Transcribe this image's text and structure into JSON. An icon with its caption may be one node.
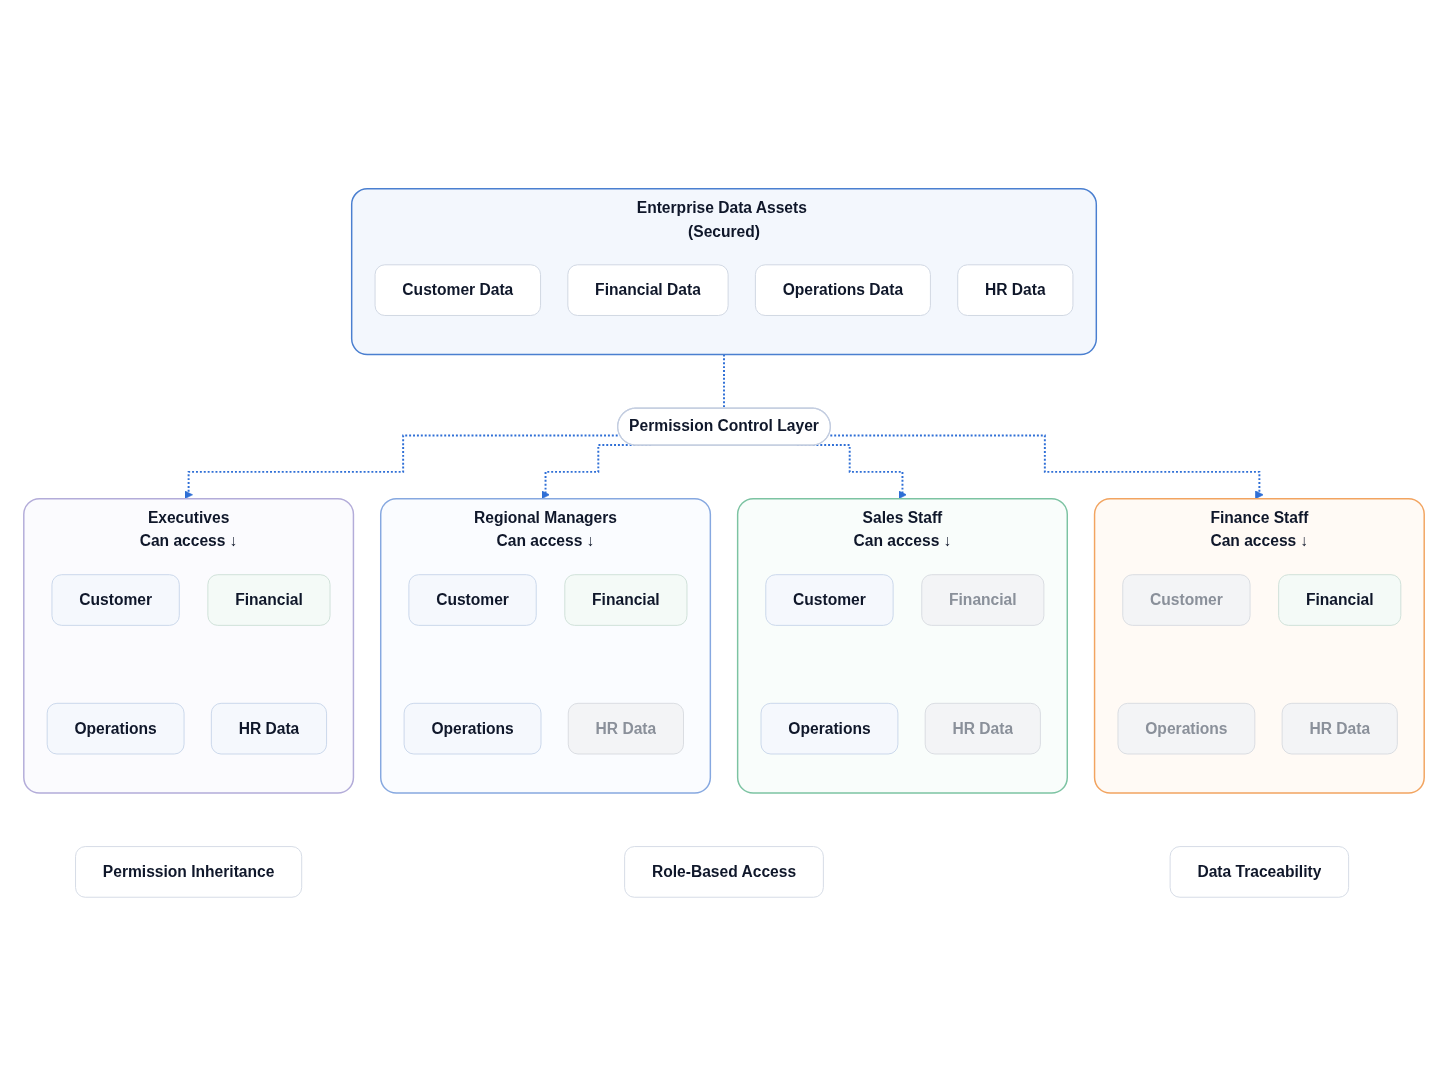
{
  "diagram": {
    "nodes": [
      {
        "text": [
          "Enterprise Data Assets (Secured)"
        ]
      },
      {
        "text": [
          "Customer Data"
        ],
        "in": 0
      },
      {
        "text": [
          "Financial Data"
        ],
        "in": 0
      },
      {
        "text": [
          "Operations Data"
        ],
        "in": 0
      },
      {
        "text": [
          "HR Data"
        ],
        "in": 0
      },
      {
        "text": [
          "Permission Control Layer"
        ]
      },
      {
        "text": [
          "Executives",
          "Can access ↓"
        ]
      },
      {
        "text": [
          "Customer"
        ],
        "in": 6
      },
      {
        "text": [
          "Financial"
        ],
        "in": 6
      },
      {
        "text": [
          "Operations"
        ],
        "in": 6
      },
      {
        "text": [
          "HR Data"
        ],
        "in": 6
      },
      {
        "text": [
          "Regional Managers",
          "Can access ↓"
        ]
      },
      {
        "text": [
          "Customer"
        ],
        "in": 11
      },
      {
        "text": [
          "Financial"
        ],
        "in": 11
      },
      {
        "text": [
          "Operations"
        ],
        "in": 11
      },
      {
        "text": [
          "HR Data"
        ],
        "in": 11
      },
      {
        "text": [
          "Sales Staff",
          "Can access ↓"
        ]
      },
      {
        "text": [
          "Customer"
        ],
        "in": 16
      },
      {
        "text": [
          "Financial"
        ],
        "in": 16
      },
      {
        "text": [
          "Operations"
        ],
        "in": 16
      },
      {
        "text": [
          "HR Data"
        ],
        "in": 16
      },
      {
        "text": [
          "Finance Staff",
          "Can access ↓"
        ]
      },
      {
        "text": [
          "Customer"
        ],
        "in": 21
      },
      {
        "text": [
          "Financial"
        ],
        "in": 21
      },
      {
        "text": [
          "Operations"
        ],
        "in": 21
      },
      {
        "text": [
          "HR Data"
        ],
        "in": 21
      },
      {
        "text": [
          "Permission Inheritance"
        ]
      },
      {
        "text": [
          "Role-Based Access"
        ]
      },
      {
        "text": [
          "Data Traceability"
        ]
      }
    ],
    "edges": [
      {
        "from": 0,
        "to": 5,
        "arrow": "none",
        "style": "dashed"
      },
      {
        "from": 5,
        "to": 6,
        "arrow": "to",
        "style": "dashed"
      },
      {
        "from": 5,
        "to": 11,
        "arrow": "to",
        "style": "dashed"
      },
      {
        "from": 5,
        "to": 16,
        "arrow": "to",
        "style": "dashed"
      },
      {
        "from": 5,
        "to": 21,
        "arrow": "to",
        "style": "dashed"
      }
    ]
  }
}
